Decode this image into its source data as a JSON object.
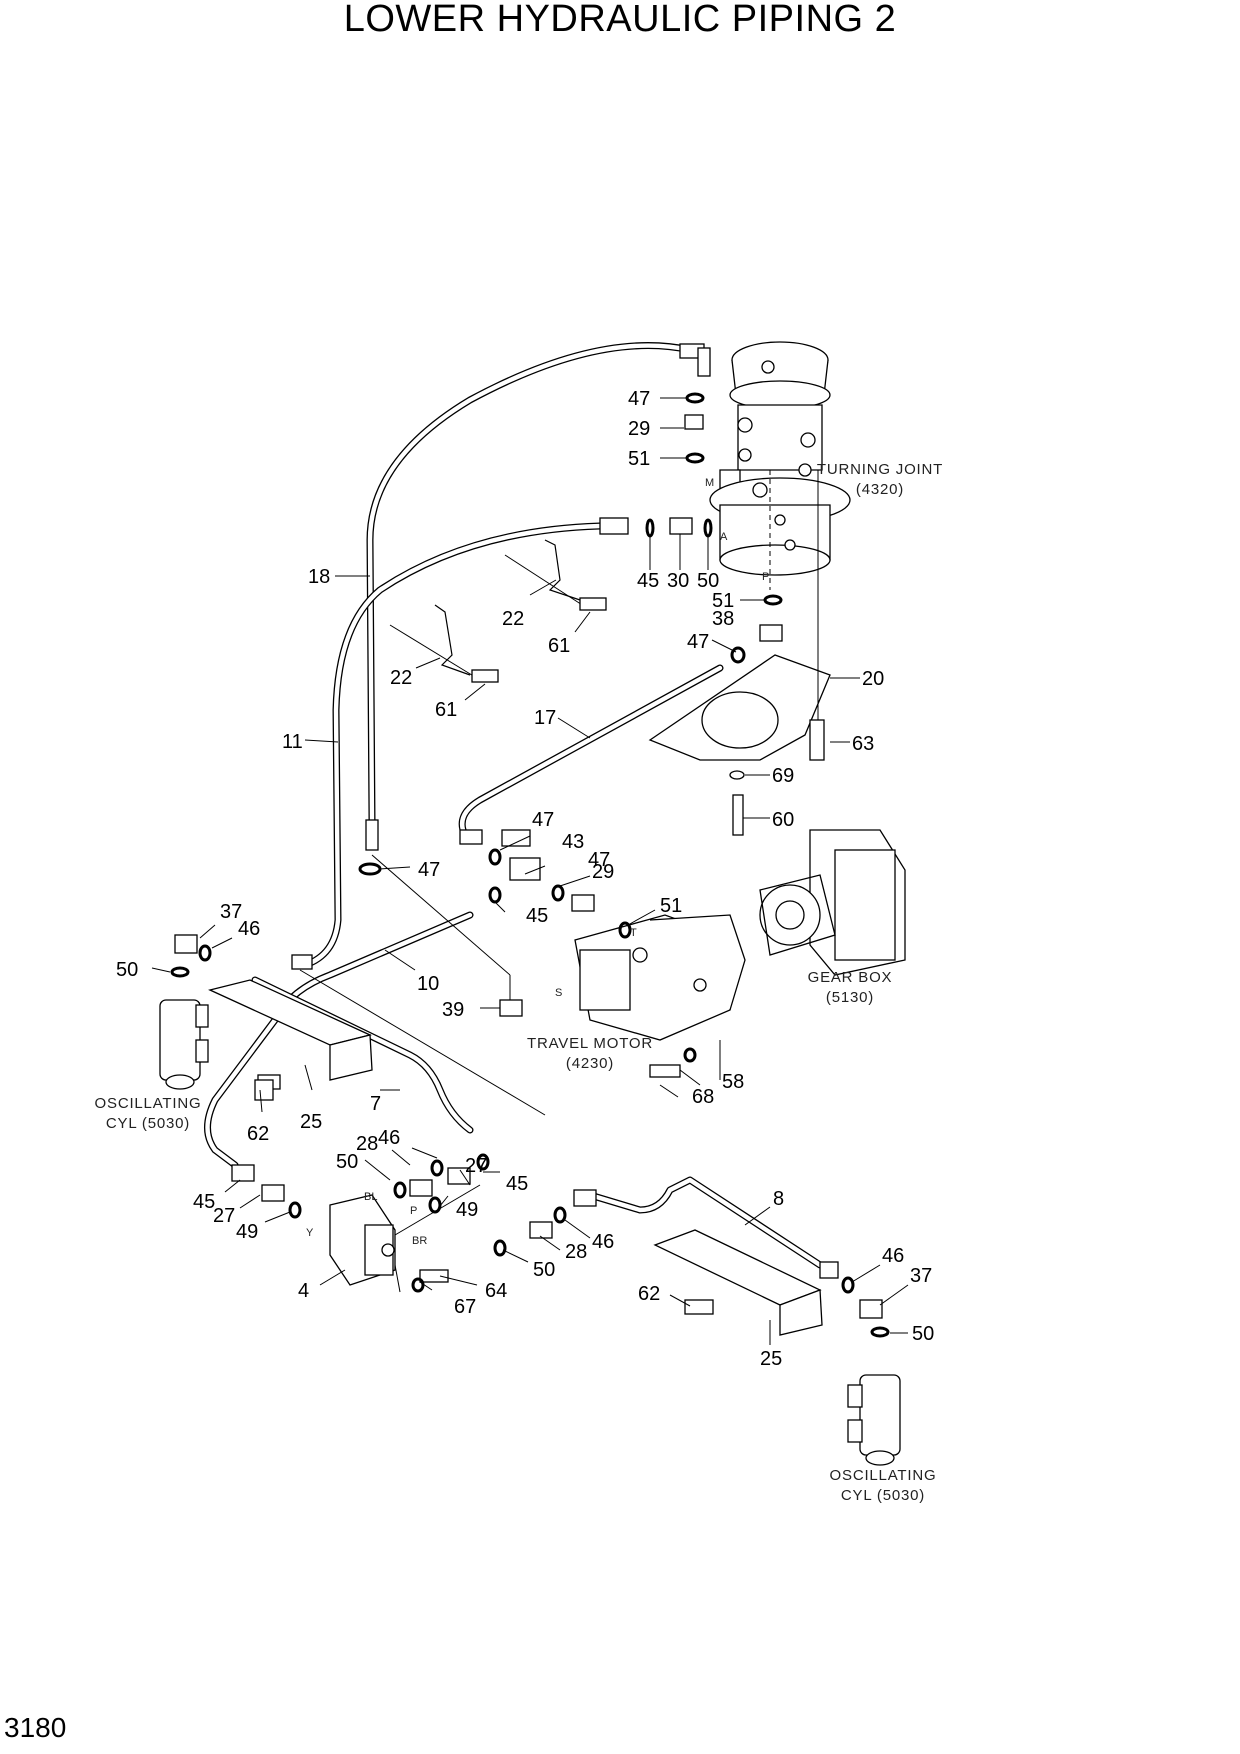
{
  "title": "LOWER HYDRAULIC PIPING 2",
  "page_number": "3180",
  "component_labels": {
    "turning_joint": [
      "TURNING JOINT",
      "(4320)"
    ],
    "gear_box": [
      "GEAR BOX",
      "(5130)"
    ],
    "travel_motor": [
      "TRAVEL MOTOR",
      "(4230)"
    ],
    "oscillating_cyl_left": [
      "OSCILLATING",
      "CYL (5030)"
    ],
    "oscillating_cyl_right": [
      "OSCILLATING",
      "CYL (5030)"
    ]
  },
  "port_labels": [
    "M",
    "A",
    "P",
    "S",
    "T",
    "BL",
    "P",
    "BR",
    "Y"
  ],
  "callouts": [
    "47",
    "29",
    "51",
    "45",
    "30",
    "50",
    "51",
    "38",
    "47",
    "20",
    "63",
    "18",
    "22",
    "61",
    "22",
    "61",
    "17",
    "69",
    "60",
    "11",
    "47",
    "43",
    "47",
    "29",
    "45",
    "47",
    "51",
    "37",
    "46",
    "50",
    "10",
    "39",
    "58",
    "68",
    "7",
    "62",
    "25",
    "28",
    "46",
    "50",
    "45",
    "27",
    "49",
    "27",
    "49",
    "45",
    "4",
    "67",
    "64",
    "50",
    "28",
    "46",
    "8",
    "46",
    "37",
    "62",
    "25",
    "50"
  ]
}
